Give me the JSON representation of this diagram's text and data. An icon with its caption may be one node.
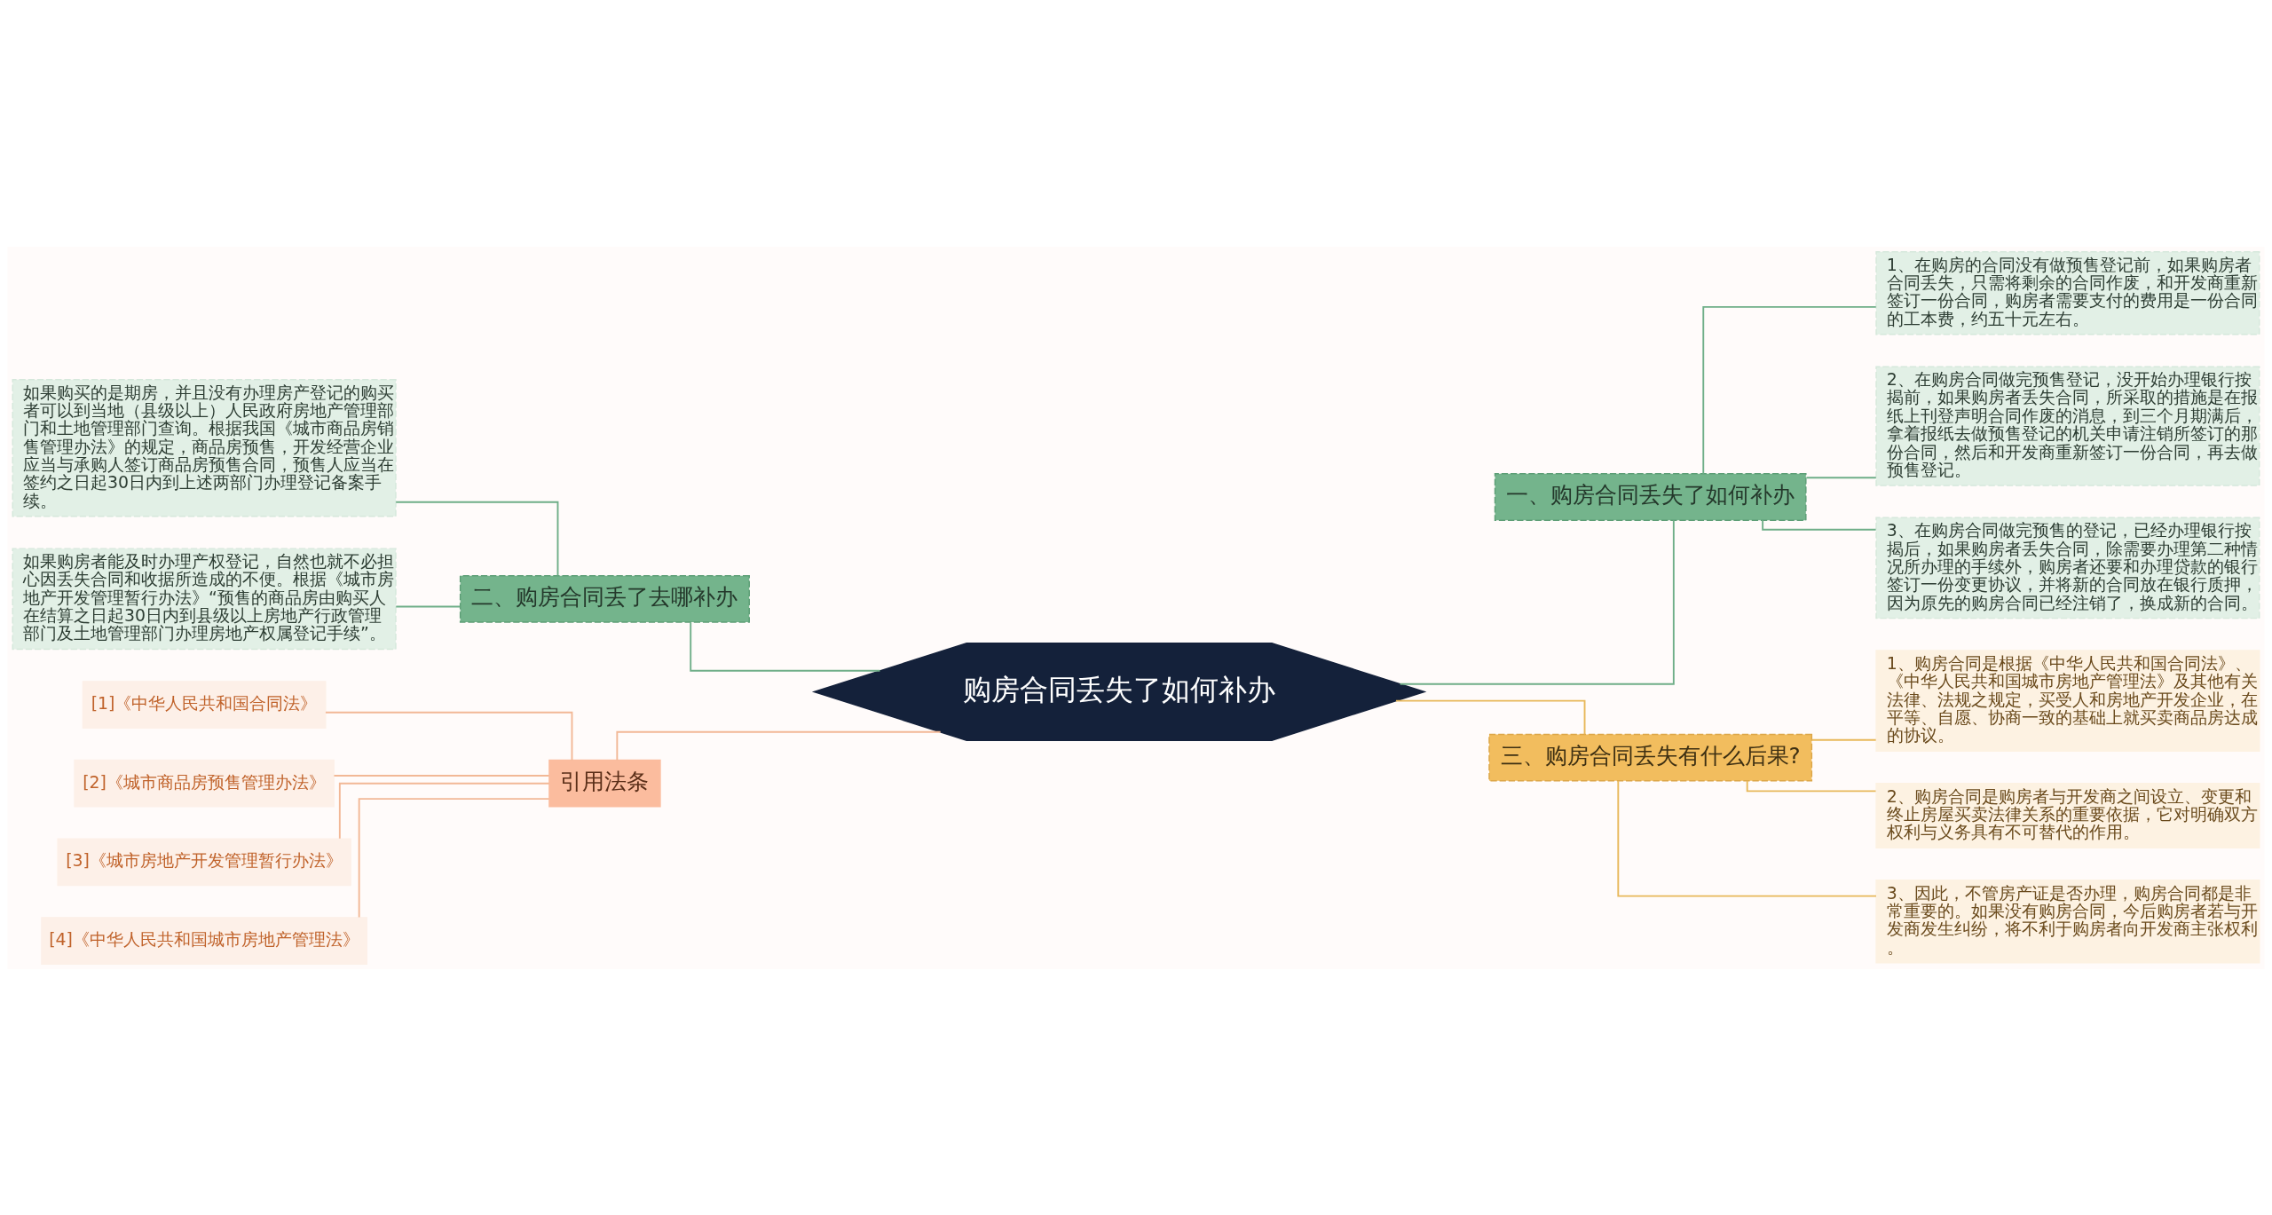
{
  "diagram": {
    "nodes": [
      {
        "text": [
          "购房合同丢失了如何补办"
        ]
      },
      {
        "text": [
          "一、购房合同丢失了如何补办"
        ]
      },
      {
        "text": [
          "1、在购房的合同没有做预售登记前，如果购房者合同丢失，只需将剩余的合同作废，和开发商重新签订一份合同，购房者需要支付的费用是一份合同的工本费，约五十元左右。"
        ]
      },
      {
        "text": [
          "2、在购房合同做完预售登记，没开始办理银行按揭前，如果购房者丢失合同，所采取的措施是在报纸上刊登声明合同作废的消息，到三个月期满后，拿着报纸去做预售登记的机关申请注销所签订的那份合同，然后和开发商重新签订一份合同，再去做预售登记。"
        ]
      },
      {
        "text": [
          "3、在购房合同做完预售的登记，已经办理银行按揭后，如果购房者丢失合同，除需要办理第二种情况所办理的手续外，购房者还要和办理贷款的银行签订一份变更协议，并将新的合同放在银行质押，因为原先的购房合同已经注销了，换成新的合同。"
        ]
      },
      {
        "text": [
          "二、购房合同丢了去哪补办"
        ]
      },
      {
        "text": [
          "如果购买的是期房，并且没有办理房产登记的购买者可以到当地（县级以上）人民政府房地产管理部门和土地管理部门查询。根据我国《城市商品房销售管理办法》的规定，商品房预售，开发经营企业应当与承购人签订商品房预售合同，预售人应当在签约之日起30日内到上述两部门办理登记备案手续。"
        ]
      },
      {
        "text": [
          "如果购房者能及时办理产权登记，自然也就不必担心因丢失合同和收据所造成的不便。根据《城市房地产开发管理暂行办法》“预售的商品房由购买人在结算之日起30日内到县级以上房地产行政管理部门及土地管理部门办理房地产权属登记手续”。"
        ]
      },
      {
        "text": [
          "三、购房合同丢失有什么后果?"
        ]
      },
      {
        "text": [
          "1、购房合同是根据《中华人民共和国合同法》、《中华人民共和国城市房地产管理法》及其他有关法律、法规之规定，买受人和房地产开发企业，在平等、自愿、协商一致的基础上就买卖商品房达成的协议。"
        ]
      },
      {
        "text": [
          "2、购房合同是购房者与开发商之间设立、变更和终止房屋买卖法律关系的重要依据，它对明确双方权利与义务具有不可替代的作用。"
        ]
      },
      {
        "text": [
          "3、因此，不管房产证是否办理，购房合同都是非常重要的。如果没有购房合同，今后购房者若与开发商发生纠纷，将不利于购房者向开发商主张权利。"
        ]
      },
      {
        "text": [
          "引用法条"
        ]
      },
      {
        "text": [
          "[1]《中华人民共和国合同法》"
        ]
      },
      {
        "text": [
          "[2]《城市商品房预售管理办法》"
        ]
      },
      {
        "text": [
          "[3]《城市房地产开发管理暂行办法》"
        ]
      },
      {
        "text": [
          "[4]《中华人民共和国城市房地产管理法》"
        ]
      }
    ],
    "edges": [
      {
        "from": 0,
        "to": 1,
        "arrow": "none"
      },
      {
        "from": 1,
        "to": 2,
        "arrow": "none"
      },
      {
        "from": 1,
        "to": 3,
        "arrow": "none"
      },
      {
        "from": 1,
        "to": 4,
        "arrow": "none"
      },
      {
        "from": 0,
        "to": 5,
        "arrow": "none"
      },
      {
        "from": 5,
        "to": 6,
        "arrow": "none"
      },
      {
        "from": 5,
        "to": 7,
        "arrow": "none"
      },
      {
        "from": 0,
        "to": 8,
        "arrow": "none",
        "color": "#e8b85a"
      },
      {
        "from": 8,
        "to": 9,
        "arrow": "none",
        "color": "#e8b85a"
      },
      {
        "from": 8,
        "to": 10,
        "arrow": "none",
        "color": "#e8b85a"
      },
      {
        "from": 8,
        "to": 11,
        "arrow": "none",
        "color": "#e8b85a"
      },
      {
        "from": 0,
        "to": 12,
        "arrow": "none",
        "color": "#f2b896"
      },
      {
        "from": 12,
        "to": 13,
        "arrow": "none",
        "color": "#f2b896"
      },
      {
        "from": 12,
        "to": 14,
        "arrow": "none",
        "color": "#f2b896"
      },
      {
        "from": 12,
        "to": 15,
        "arrow": "none",
        "color": "#f2b896"
      },
      {
        "from": 12,
        "to": 16,
        "arrow": "none",
        "color": "#f2b896"
      }
    ]
  }
}
